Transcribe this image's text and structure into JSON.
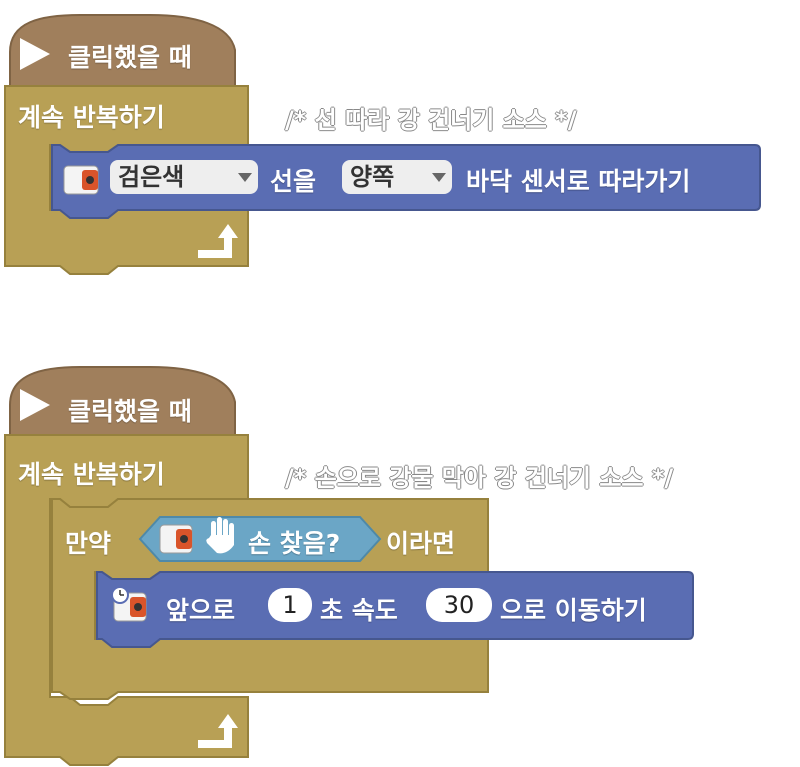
{
  "colors": {
    "event": "#a07f5c",
    "loop": "#b8a055",
    "action": "#5a6db3",
    "condition": "#6ba6c6"
  },
  "block1": {
    "hat_label": "클릭했을 때",
    "loop_label": "계속 반복하기",
    "comment": "/* 선 따라 강 건너기 소스 */",
    "action": {
      "color_option": "검은색",
      "text1": "선을",
      "side_option": "양쪽",
      "text2": "바닥 센서로 따라가기"
    }
  },
  "block2": {
    "hat_label": "클릭했을 때",
    "loop_label": "계속 반복하기",
    "comment": "/* 손으로 강물 막아 강 건너기 소스 */",
    "if_label": "만약",
    "condition_label": "손 찾음?",
    "then_label": "이라면",
    "move": {
      "label1": "앞으로",
      "seconds": "1",
      "label2": "초 속도",
      "speed": "30",
      "label3": "으로 이동하기"
    }
  },
  "icons": [
    "play-icon",
    "robot-icon",
    "hand-icon",
    "timer-robot-icon",
    "loop-arrow-icon"
  ]
}
